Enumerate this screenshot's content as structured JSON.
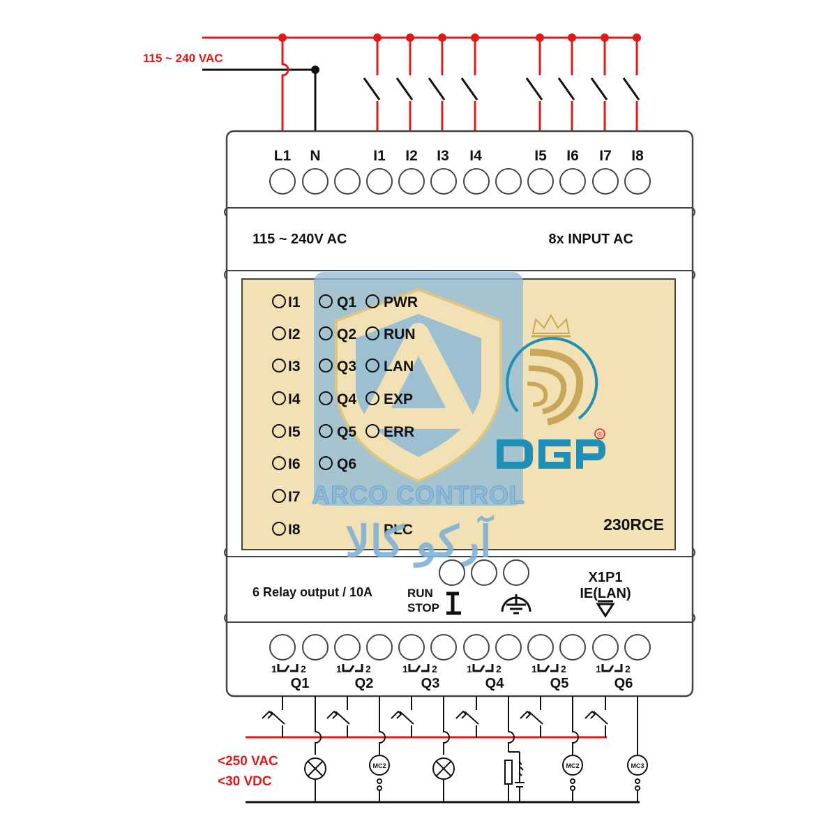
{
  "supply": {
    "label": "115 ~ 240 VAC"
  },
  "top_terminals": [
    "L1",
    "N",
    "",
    "I1",
    "I2",
    "I3",
    "I4",
    "",
    "I5",
    "I6",
    "I7",
    "I8"
  ],
  "module": {
    "power_label": "115 ~ 240V AC",
    "input_label": "8x INPUT AC",
    "model": "230RCE",
    "output_label": "6 Relay output / 10A",
    "run_stop_top": "RUN",
    "run_stop_bottom": "STOP",
    "lan_top": "X1P1",
    "lan_bottom": "IE(LAN)"
  },
  "leds": {
    "inputs": [
      "I1",
      "I2",
      "I3",
      "I4",
      "I5",
      "I6",
      "I7",
      "I8"
    ],
    "outputs": [
      "Q1",
      "Q2",
      "Q3",
      "Q4",
      "Q5",
      "Q6"
    ],
    "status": [
      "PWR",
      "RUN",
      "LAN",
      "EXP",
      "ERR"
    ],
    "plc": "PLC"
  },
  "relay_outputs": [
    {
      "name": "Q1",
      "pin1": "1",
      "pin2": "2"
    },
    {
      "name": "Q2",
      "pin1": "1",
      "pin2": "2"
    },
    {
      "name": "Q3",
      "pin1": "1",
      "pin2": "2"
    },
    {
      "name": "Q4",
      "pin1": "1",
      "pin2": "2"
    },
    {
      "name": "Q5",
      "pin1": "1",
      "pin2": "2"
    },
    {
      "name": "Q6",
      "pin1": "1",
      "pin2": "2"
    }
  ],
  "loads": [
    "lamp",
    "MC2",
    "lamp",
    "solenoid",
    "MC2",
    "MC3"
  ],
  "load_supply": {
    "ac": "<250 VAC",
    "dc": "<30 VDC"
  },
  "watermark": {
    "brand": "ARCO CONTROL",
    "persian": "آرکو کالا",
    "logo": "DGP",
    "registered": "®"
  },
  "colors": {
    "wire_red": "#e01818",
    "wire_black": "#111111",
    "panel": "#f1e1b4",
    "housing": "#ffffff",
    "watermark_blue": "#5b9bc8",
    "logo_teal": "#1f8fb5",
    "logo_gold": "#c9a75a"
  }
}
